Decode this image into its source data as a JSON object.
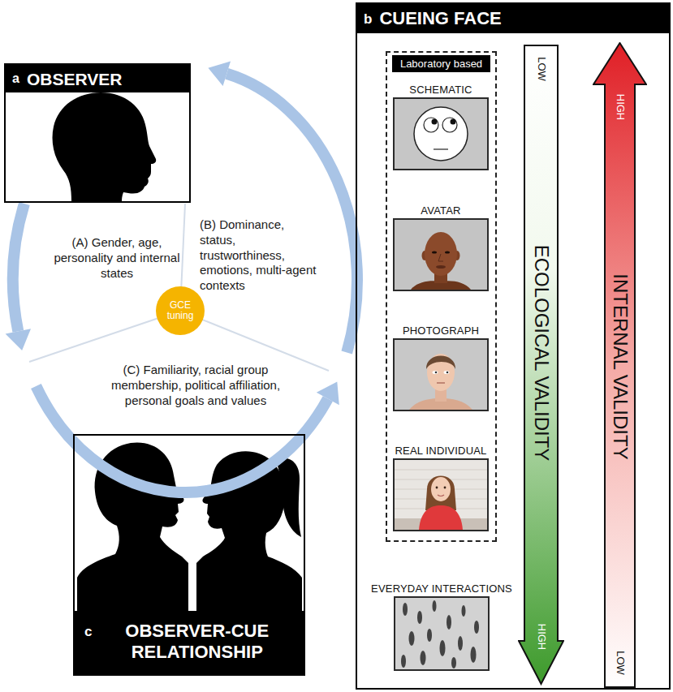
{
  "diagram": {
    "nodes": [
      {
        "text": [
          "a",
          "OBSERVER"
        ]
      },
      {
        "text": [
          "b",
          "CUEING FACE"
        ]
      },
      {
        "text": [
          "Laboratory based"
        ],
        "in": 1
      },
      {
        "text": [
          "SCHEMATIC"
        ],
        "in": 2
      },
      {
        "text": [
          "AVATAR"
        ],
        "in": 2
      },
      {
        "text": [
          "PHOTOGRAPH"
        ],
        "in": 2
      },
      {
        "text": [
          "REAL INDIVIDUAL"
        ],
        "in": 2
      },
      {
        "text": [
          "EVERYDAY INTERACTIONS"
        ],
        "in": 1
      },
      {
        "text": [
          "LOW",
          "ECOLOGICAL VALIDITY",
          "HIGH"
        ],
        "in": 1
      },
      {
        "text": [
          "HIGH",
          "INTERNAL VALIDITY",
          "LOW"
        ],
        "in": 1
      },
      {
        "text": [
          "GCE tuning"
        ]
      },
      {
        "text": [
          "c",
          "OBSERVER-CUE RELATIONSHIP"
        ]
      }
    ],
    "labels": [
      "(A) Gender, age, personality and internal states",
      "(B) Dominance, status, trustworthiness, emotions, multi-agent contexts",
      "(C) Familiarity, racial group membership, political affiliation, personal goals and values"
    ]
  }
}
